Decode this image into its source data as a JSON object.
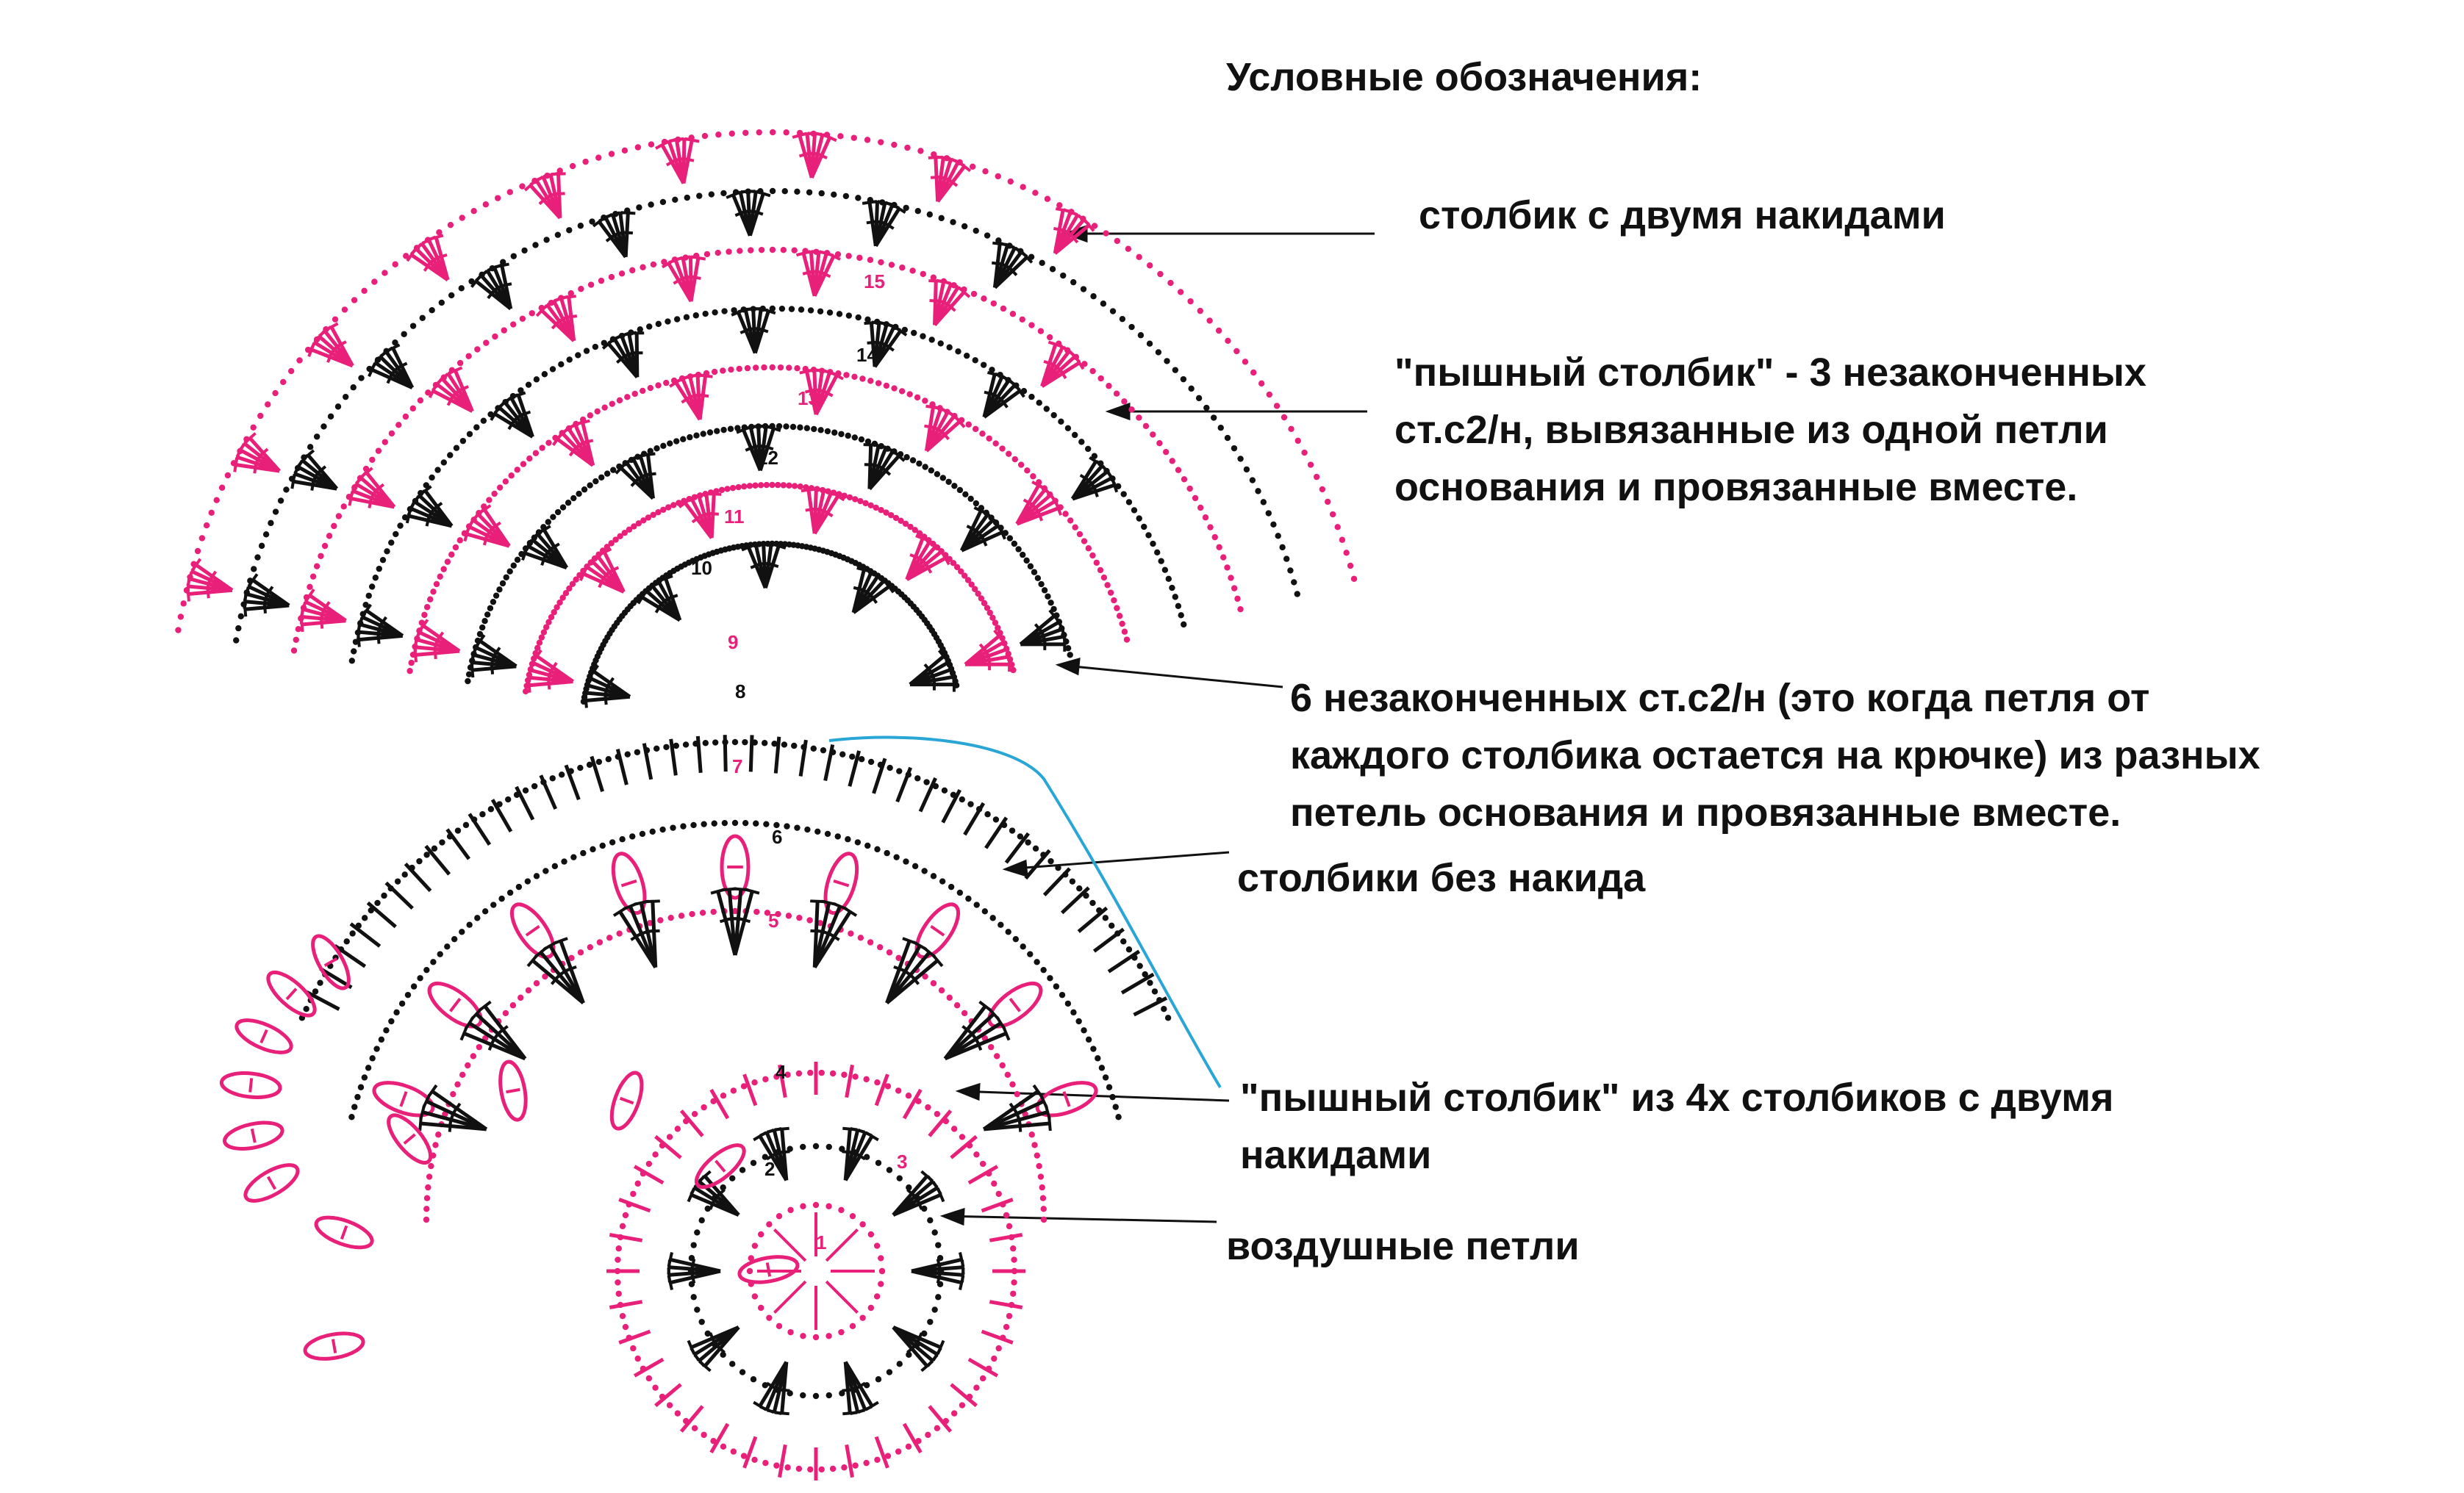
{
  "colors": {
    "pink": "#e8207a",
    "black": "#111111",
    "blue_line": "#2aa6d6",
    "background": "#ffffff"
  },
  "legend": {
    "title": "Условные обозначения:",
    "items": [
      {
        "text": "столбик с двумя накидами"
      },
      {
        "text": "\"пышный столбик\" - 3 незаконченных\nст.с2/н, вывязанные из одной петли\nоснования и провязанные вместе."
      },
      {
        "text": "6 незаконченных ст.с2/н (это когда петля от\nкаждого столбика остается на крючке) из разных\nпетель основания и провязанные вместе."
      },
      {
        "text": "столбики без накида"
      },
      {
        "text": "\"пышный столбик\" из 4х столбиков с двумя\nнакидами"
      },
      {
        "text": "воздушные петли"
      }
    ]
  },
  "scheme": {
    "row_numbers": [
      "1",
      "2",
      "3",
      "4",
      "5",
      "6",
      "7",
      "8",
      "9",
      "10",
      "11",
      "12",
      "13",
      "14",
      "15"
    ]
  }
}
